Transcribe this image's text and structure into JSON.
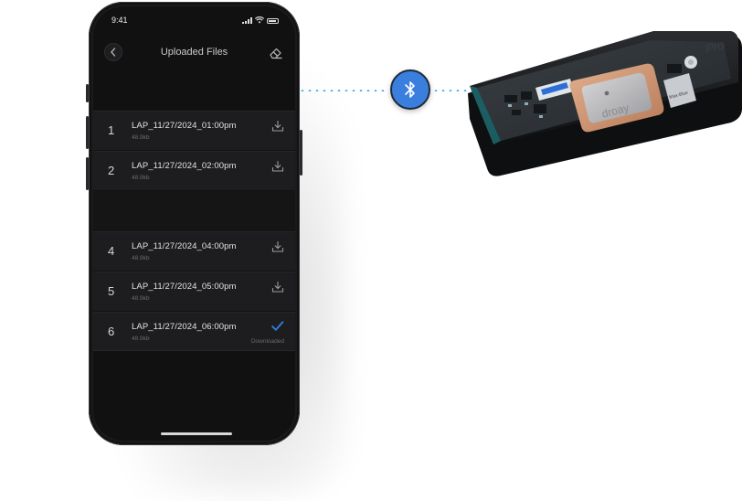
{
  "status_bar": {
    "time": "9:41"
  },
  "header": {
    "title": "Uploaded Files"
  },
  "files": [
    {
      "index": "1",
      "name": "LAP_11/27/2024_01:00pm",
      "size": "48.9kb",
      "action": "download-icon",
      "status": ""
    },
    {
      "index": "2",
      "name": "LAP_11/27/2024_02:00pm",
      "size": "48.9kb",
      "action": "download-icon",
      "status": ""
    },
    {
      "index": "4",
      "name": "LAP_11/27/2024_04:00pm",
      "size": "48.9kb",
      "action": "download-icon",
      "status": ""
    },
    {
      "index": "5",
      "name": "LAP_11/27/2024_05:00pm",
      "size": "48.9kb",
      "action": "download-icon",
      "status": ""
    },
    {
      "index": "6",
      "name": "LAP_11/27/2024_06:00pm",
      "size": "48.9kb",
      "action": "check-icon",
      "status": "Downloaded"
    }
  ],
  "connection": {
    "icon": "bluetooth-icon",
    "color": "#3b7fde"
  },
  "device": {
    "brand_text": "droay",
    "model_text": "Pro",
    "chip_label": "Max-Blue"
  },
  "colors": {
    "accent": "#3b7fde",
    "dots": "#3fa9d6",
    "check": "#2f7bd8"
  }
}
